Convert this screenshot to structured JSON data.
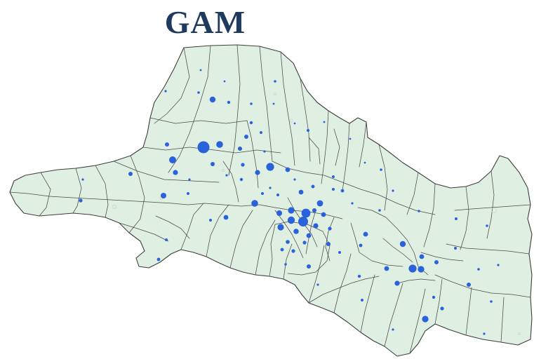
{
  "title": "GAM",
  "colors": {
    "region_fill": "#dff0e3",
    "border": "#3d3d3d",
    "dot": "#2a62dc",
    "title": "#1e3a5f"
  },
  "map": {
    "type": "proportional-symbol map",
    "symbol": "circle"
  }
}
